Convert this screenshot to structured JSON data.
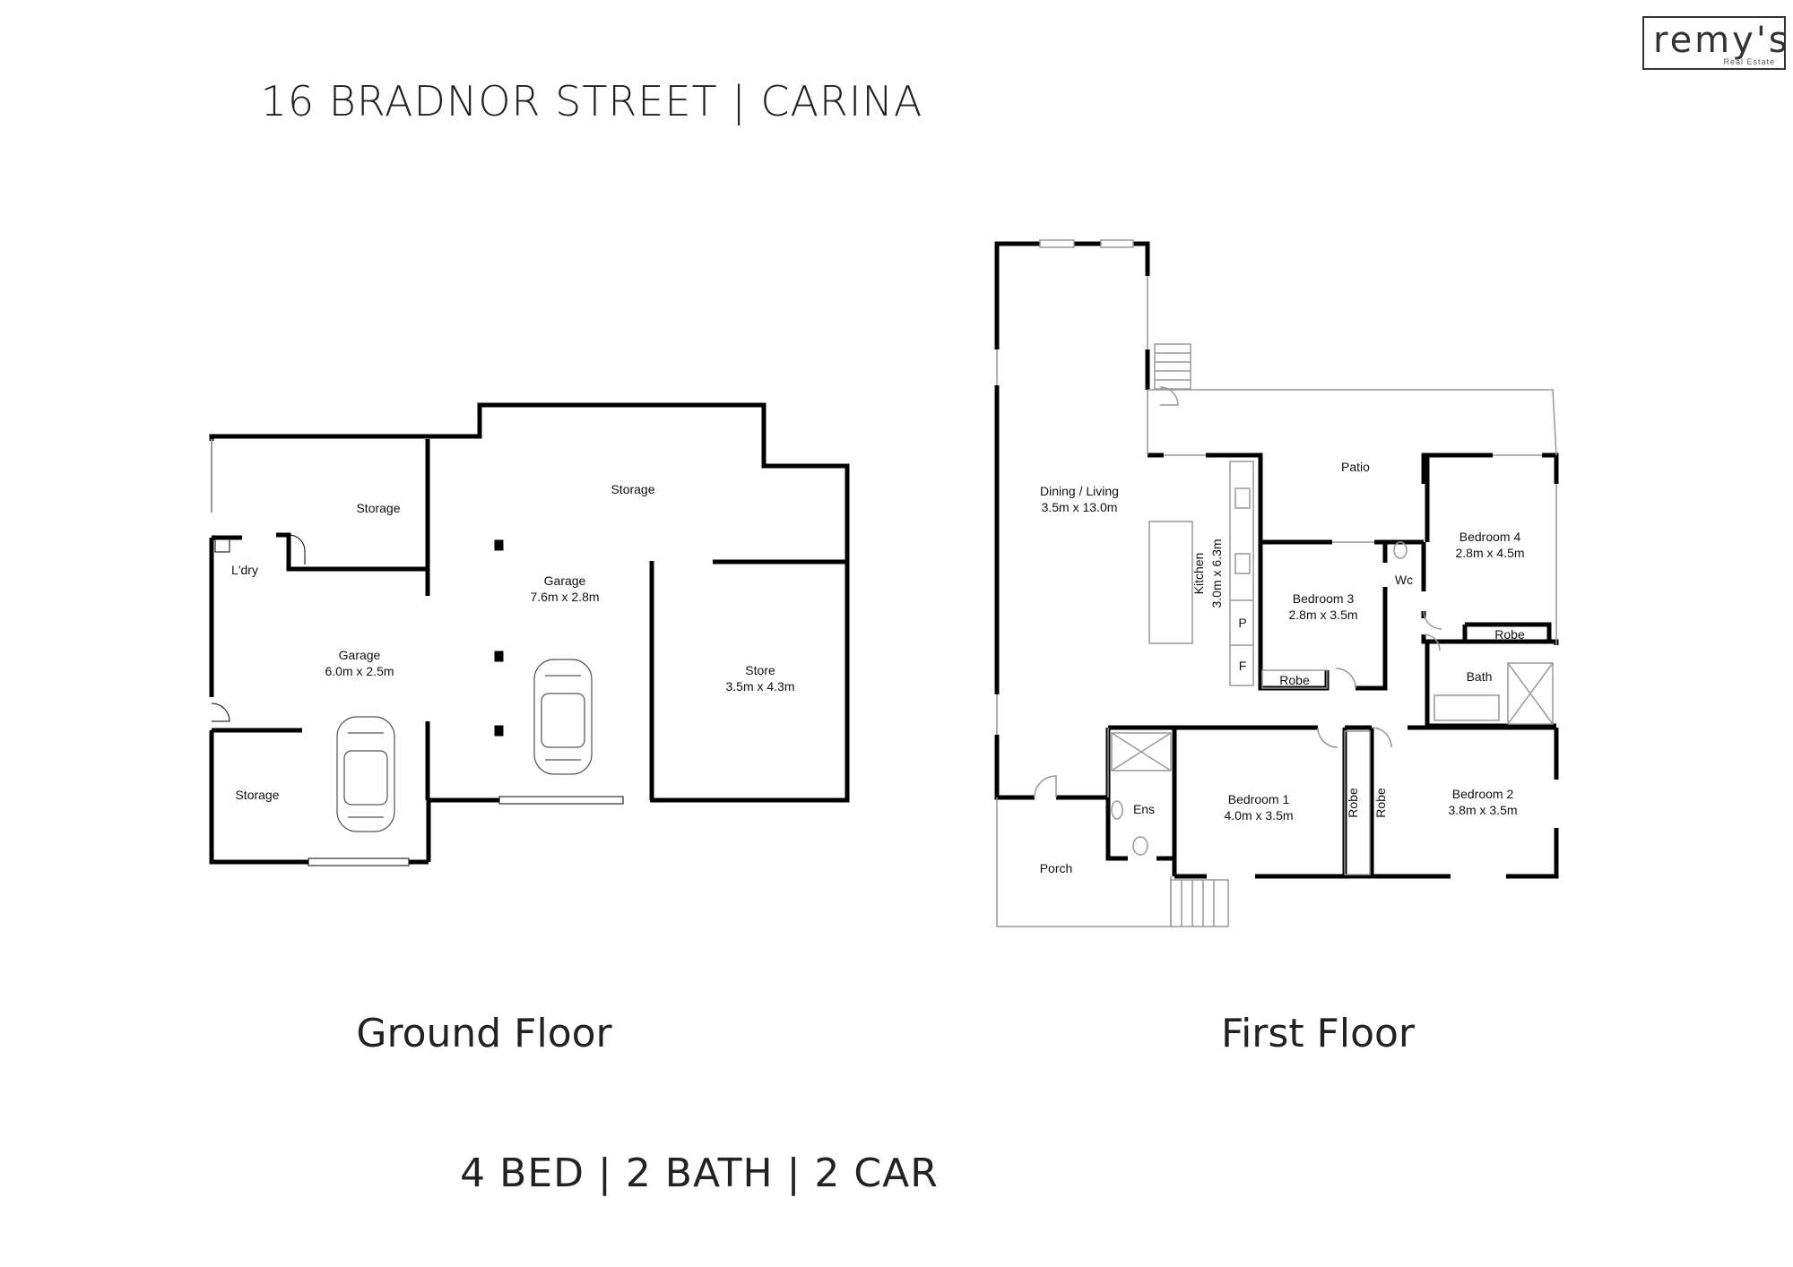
{
  "title": "16 BRADNOR STREET | CARINA",
  "logo": {
    "name": "remy's",
    "sub": "Real Estate"
  },
  "ground_floor": {
    "label": "Ground Floor",
    "rooms": {
      "storage_left": "Storage",
      "laundry": "L'dry",
      "garage_small_name": "Garage",
      "garage_small_dim": "6.0m x 2.5m",
      "storage_bottom": "Storage",
      "storage_top": "Storage",
      "garage_large_name": "Garage",
      "garage_large_dim": "7.6m x 2.8m",
      "store_name": "Store",
      "store_dim": "3.5m x 4.3m"
    }
  },
  "first_floor": {
    "label": "First Floor",
    "rooms": {
      "dining_name": "Dining / Living",
      "dining_dim": "3.5m x 13.0m",
      "kitchen_name": "Kitchen",
      "kitchen_dim": "3.0m x 6.3m",
      "pantry": "P",
      "fridge": "F",
      "patio": "Patio",
      "bed3_name": "Bedroom 3",
      "bed3_dim": "2.8m x 3.5m",
      "bed3_robe": "Robe",
      "wc": "Wc",
      "bed4_name": "Bedroom 4",
      "bed4_dim": "2.8m x 4.5m",
      "bed4_robe": "Robe",
      "bath": "Bath",
      "ens": "Ens",
      "bed1_name": "Bedroom 1",
      "bed1_dim": "4.0m x 3.5m",
      "robe_a": "Robe",
      "robe_b": "Robe",
      "bed2_name": "Bedroom 2",
      "bed2_dim": "3.8m x 3.5m",
      "porch": "Porch"
    }
  },
  "summary": "4 BED | 2 BATH | 2 CAR"
}
